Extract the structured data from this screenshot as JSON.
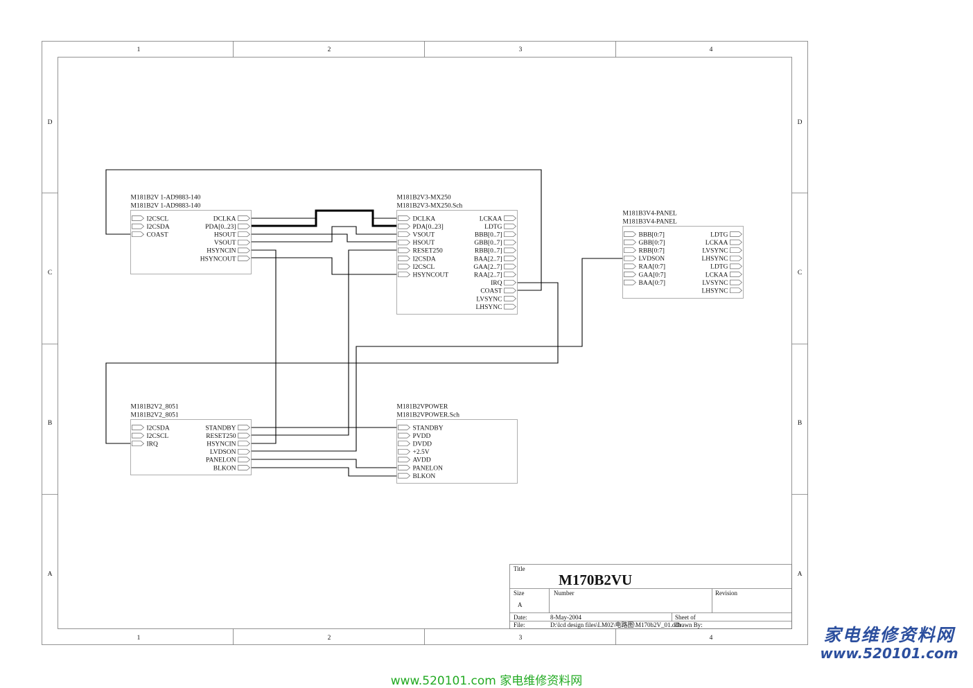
{
  "frame": {
    "columns": [
      "1",
      "2",
      "3",
      "4"
    ],
    "rows": [
      "D",
      "C",
      "B",
      "A"
    ]
  },
  "sheets": [
    {
      "id": "ad9883",
      "title": "M181B2V 1-AD9883-140",
      "file": "M181B2V 1-AD9883-140",
      "left_pins": [
        "I2CSCL",
        "I2CSDA",
        "COAST"
      ],
      "right_pins": [
        "DCLKA",
        "PDA[0..23]",
        "HSOUT",
        "VSOUT",
        "HSYNCIN",
        "HSYNCOUT"
      ]
    },
    {
      "id": "mx250",
      "title": "M181B2V3-MX250",
      "file": "M181B2V3-MX250.Sch",
      "left_pins": [
        "DCLKA",
        "PDA[0..23]",
        "VSOUT",
        "HSOUT",
        "RESET250",
        "I2CSDA",
        "I2CSCL",
        "HSYNCOUT"
      ],
      "right_pins": [
        "LCKAA",
        "LDTG",
        "BBB[0..7]",
        "GBB[0..7]",
        "RBB[0..7]",
        "BAA[2..7]",
        "GAA[2..7]",
        "RAA[2..7]",
        "IRQ",
        "COAST",
        "LVSYNC",
        "LHSYNC"
      ]
    },
    {
      "id": "panel",
      "title": "M181B3V4-PANEL",
      "file": "M181B3V4-PANEL",
      "left_pins": [
        "BBB[0:7]",
        "GBB[0:7]",
        "RBB[0:7]",
        "LVDSON",
        "RAA[0:7]",
        "GAA[0:7]",
        "BAA[0:7]"
      ],
      "right_pins": [
        "LDTG",
        "LCKAA",
        "LVSYNC",
        "LHSYNC",
        "LDTG",
        "LCKAA",
        "LVSYNC",
        "LHSYNC"
      ]
    },
    {
      "id": "m8051",
      "title": "M181B2V2_8051",
      "file": "M181B2V2_8051",
      "left_pins": [
        "I2CSDA",
        "I2CSCL",
        "IRQ"
      ],
      "right_pins": [
        "STANDBY",
        "RESET250",
        "HSYNCIN",
        "LVDSON",
        "PANELON",
        "BLKON"
      ]
    },
    {
      "id": "power",
      "title": "M181B2VPOWER",
      "file": "M181B2VPOWER.Sch",
      "left_pins": [
        "STANDBY",
        "PVDD",
        "DVDD",
        "+2.5V",
        "AVDD",
        "PANELON",
        "BLKON"
      ],
      "right_pins": []
    }
  ],
  "title_block": {
    "title_label": "Title",
    "title": "M170B2VU",
    "size_label": "Size",
    "size": "A",
    "number_label": "Number",
    "revision_label": "Revision",
    "date_label": "Date:",
    "date": "8-May-2004",
    "sheet_label": "Sheet    of",
    "file_label": "File:",
    "file": "D:\\lcd design files\\LM02\\电路图\\M170b2V_01.ddb",
    "drawn_label": "Drawn By:"
  },
  "footer": "www.520101.com  家电维修资料网",
  "watermark": {
    "line1": "家电维修资料网",
    "line2": "www.520101.com"
  }
}
